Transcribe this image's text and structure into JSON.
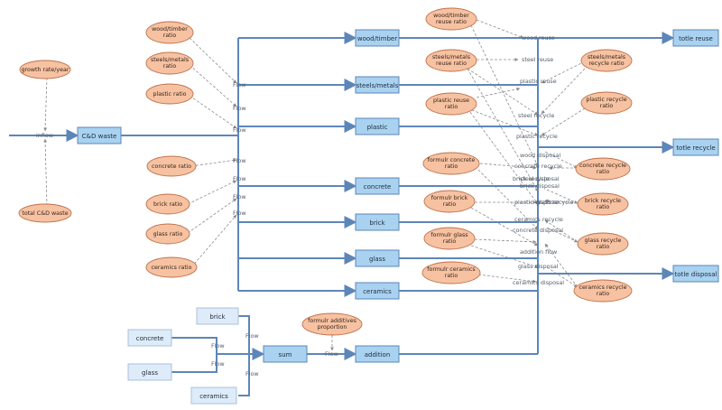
{
  "stocks": [
    {
      "id": "cdw",
      "label": "C&D waste"
    },
    {
      "id": "wood",
      "label": "wood/timber"
    },
    {
      "id": "steel",
      "label": "steels/metals"
    },
    {
      "id": "plastic",
      "label": "plastic"
    },
    {
      "id": "concrete",
      "label": "concrete"
    },
    {
      "id": "brick",
      "label": "brick"
    },
    {
      "id": "glass",
      "label": "glass"
    },
    {
      "id": "ceramics",
      "label": "ceramics"
    },
    {
      "id": "sum",
      "label": "sum"
    },
    {
      "id": "addition",
      "label": "addition"
    },
    {
      "id": "tr",
      "label": "totle reuse"
    },
    {
      "id": "trc",
      "label": "totle recycle"
    },
    {
      "id": "td",
      "label": "totle disposal"
    },
    {
      "id": "g_brick",
      "label": "brick"
    },
    {
      "id": "g_concrete",
      "label": "concrete"
    },
    {
      "id": "g_glass",
      "label": "glass"
    },
    {
      "id": "g_ceramics",
      "label": "ceramics"
    }
  ],
  "auxiliaries": [
    {
      "id": "growth",
      "lines": [
        "growth rate/year"
      ]
    },
    {
      "id": "total",
      "lines": [
        "total C&D waste"
      ]
    },
    {
      "id": "wood_r",
      "lines": [
        "wood/timber",
        "ratio"
      ]
    },
    {
      "id": "steel_r",
      "lines": [
        "steels/metals",
        "ratio"
      ]
    },
    {
      "id": "plastic_r",
      "lines": [
        "plastic ratio"
      ]
    },
    {
      "id": "concrete_r",
      "lines": [
        "concrete ratio"
      ]
    },
    {
      "id": "brick_r",
      "lines": [
        "brick ratio"
      ]
    },
    {
      "id": "glass_r",
      "lines": [
        "glass ratio"
      ]
    },
    {
      "id": "ceramics_r",
      "lines": [
        "ceramics ratio"
      ]
    },
    {
      "id": "wood_reuse",
      "lines": [
        "wood/timber",
        "reuse ratio"
      ]
    },
    {
      "id": "steel_reuse",
      "lines": [
        "steels/metals",
        "reuse ratio"
      ]
    },
    {
      "id": "plastic_reuse",
      "lines": [
        "plastic reuse",
        "ratio"
      ]
    },
    {
      "id": "steel_rec",
      "lines": [
        "steels/metals",
        "recycle ratio"
      ]
    },
    {
      "id": "plastic_rec",
      "lines": [
        "plastic recycle",
        "ratio"
      ]
    },
    {
      "id": "f_concrete",
      "lines": [
        "formulr concrete",
        "ratio"
      ]
    },
    {
      "id": "f_brick",
      "lines": [
        "formulr brick",
        "ratio"
      ]
    },
    {
      "id": "f_glass",
      "lines": [
        "formulr glass",
        "ratio"
      ]
    },
    {
      "id": "f_ceramics",
      "lines": [
        "formulr ceramics",
        "ratio"
      ]
    },
    {
      "id": "concrete_rec",
      "lines": [
        "concrete recycle",
        "ratio"
      ]
    },
    {
      "id": "brick_rec",
      "lines": [
        "brick recycle",
        "ratio"
      ]
    },
    {
      "id": "glass_rec",
      "lines": [
        "glass recycle",
        "ratio"
      ]
    },
    {
      "id": "ceramics_rec",
      "lines": [
        "ceramics recycle",
        "ratio"
      ]
    },
    {
      "id": "f_add",
      "lines": [
        "formulr additives",
        "proportion"
      ]
    }
  ],
  "flow_labels": [
    "inflow",
    "Flow",
    "Flow",
    "Flow",
    "Flow",
    "Flow",
    "Flow",
    "Flow",
    "Flow",
    "Flow",
    "Flow",
    "Flow",
    "Flow",
    "wood reuse",
    "steel reuse",
    "plastic reuse",
    "steel recycle",
    "plastic recycle",
    "wood disposal",
    "concrete recycle",
    "brick recycle",
    "steel disposal",
    "brick disposal",
    "plastic disposal",
    "glass recycle",
    "ceramics recycle",
    "concrete disposal",
    "addition flow",
    "glass disposal",
    "ceramics disposal"
  ]
}
